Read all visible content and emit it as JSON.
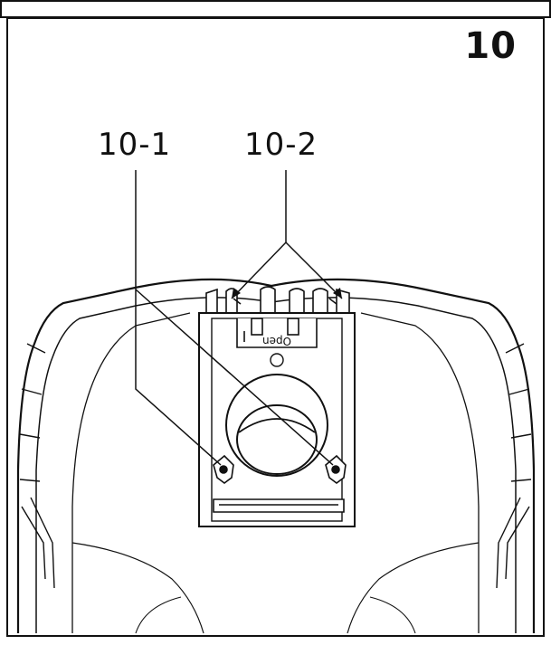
{
  "figure": {
    "number": "10",
    "callouts": [
      "10-1",
      "10-2"
    ],
    "latch_label": "Open"
  },
  "colors": {
    "line": "#111111",
    "background": "#ffffff"
  }
}
